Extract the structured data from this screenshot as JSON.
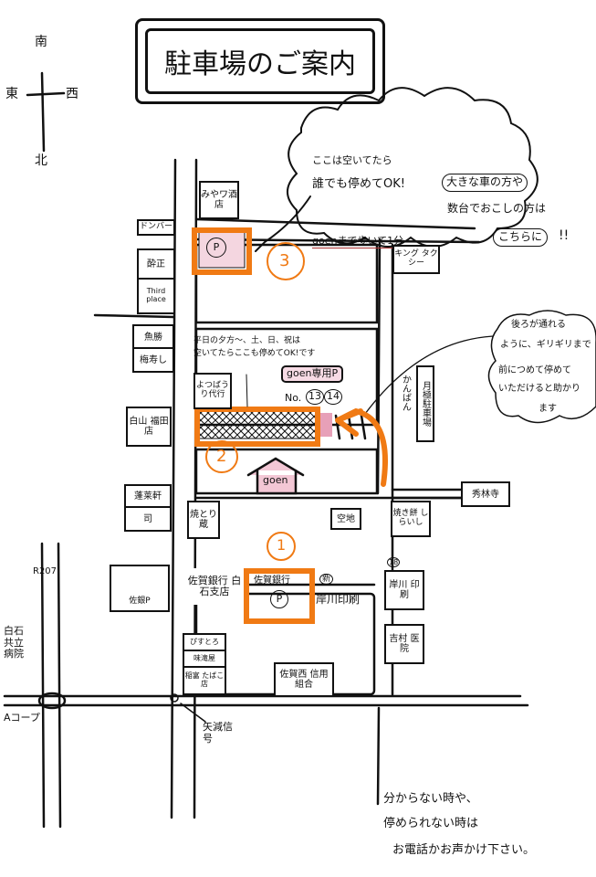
{
  "title": "駐車場のご案内",
  "compass": {
    "south": "南",
    "east": "東",
    "west": "西",
    "north": "北"
  },
  "bubble_top": {
    "line1": "ここは空いてたら",
    "line2": "誰でも停めてOK!",
    "highlight1": "大きな車の方や",
    "line3": "数台でおこしの方は",
    "highlight2": "こちらに",
    "exclaim": "!!",
    "walk": "goenまで歩いて1分"
  },
  "bubble_right": {
    "line1": "後ろが通れる",
    "line2": "ように、ギリギリまで",
    "line3": "前につめて停めて",
    "line4": "いただけると助かり",
    "line5": "ます"
  },
  "note_weekday": {
    "line1": "平日の夕方〜、土、日、祝は",
    "line2": "空いてたらここも停めてOK!です"
  },
  "parking_numbers": {
    "one": "1",
    "two": "2",
    "three": "3"
  },
  "parking_symbol": "P",
  "goen_private": "goen専用P",
  "slots": {
    "prefix": "No.",
    "a": "13",
    "b": "14"
  },
  "kanban": "かんばん",
  "goen": "goen",
  "r207": "R207",
  "signal": "矢減信号",
  "footer": {
    "line1": "分からない時や、",
    "line2": "停められない時は",
    "line3": "お電話かお声かけ下さい。"
  },
  "places": {
    "miyoshi": "みやワ酒店",
    "dover": "ドンバー",
    "sakana": "酔正",
    "third": "Third place",
    "king": "キング タクシー",
    "uokatsu": "魚勝",
    "umezushi": "梅寿し",
    "daiko": "よつばうり代行",
    "getsugaku": "月極駐車場",
    "shiroyama": "白山 福田店",
    "hourai": "蓬莱軒",
    "tsukasa": "司",
    "yakitori": "焼とり 蔵",
    "akichi": "空地",
    "yakimochi": "焼き餅 しらいし",
    "hidetsune": "秀林寺",
    "sagagin_branch": "佐賀銀行 白石支店",
    "sagagin_lot": "佐賀銀行",
    "sagagin_p": "佐銀P",
    "shin": "新",
    "kishikawa": "岸川印刷",
    "eighteen": "18",
    "kishikawa2": "岸川 印刷",
    "shiroishi_hosp": "白石 共立 病院",
    "acoop": "Aコープ",
    "pitoro": "ぴすとろ",
    "ajimiya": "味滝屋",
    "inatomi": "稲富 たばこ店",
    "shinkin": "佐賀西 信用組合",
    "yoshimura": "吉村 医院"
  },
  "colors": {
    "accent": "#f07a14",
    "ink": "#111111",
    "pink": "#e7a0b8"
  }
}
